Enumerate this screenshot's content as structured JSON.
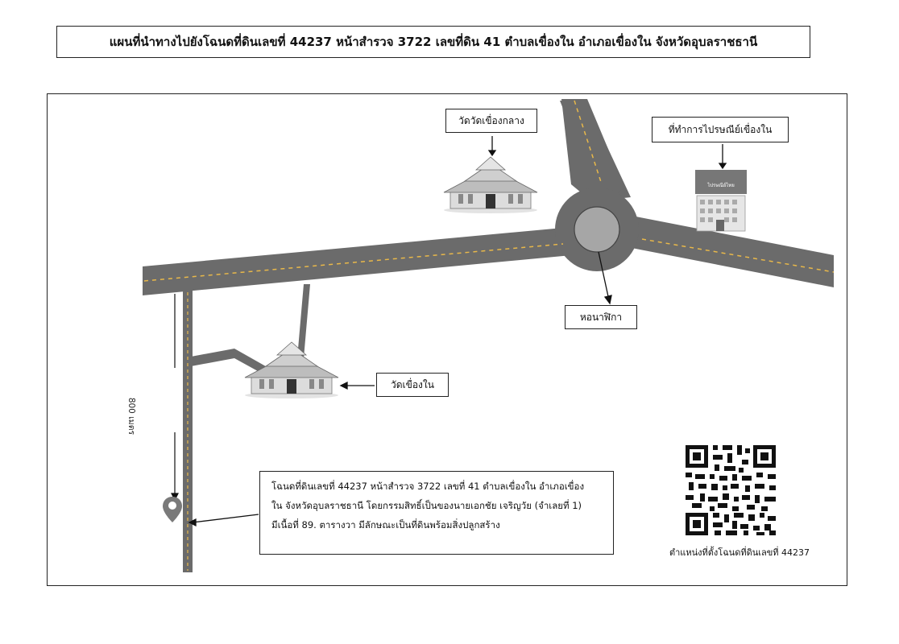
{
  "title": "แผนที่นำทางไปยังโฉนดที่ดินเลขที่ 44237 หน้าสำรวจ 3722 เลขที่ดิน 41 ตำบลเขื่องใน อำเภอเขื่องใน จังหวัดอุบลราชธานี",
  "labels": {
    "temple_central": "วัดวัดเขื่องกลาง",
    "post_office": "ที่ทำการไปรษณีย์เขื่องใน",
    "clock_tower": "หอนาฬิกา",
    "temple_khueangnai": "วัดเขื่องใน",
    "distance": "800 เมตร"
  },
  "info": {
    "line1": "โฉนดที่ดินเลขที่ 44237 หน้าสำรวจ 3722 เลขที่ 41 ตำบลเขื่องใน อำเภอเขื่อง",
    "line2": "ใน จังหวัดอุบลราชธานี โดยกรรมสิทธิ์เป็นของนายเอกชัย เจริญวัย (จำเลยที่ 1)",
    "line3": "มีเนื้อที่ 89. ตารางวา มีลักษณะเป็นที่ดินพร้อมสิ่งปลูกสร้าง"
  },
  "qr_caption": "ตำแหน่งที่ตั้งโฉนดที่ดินเลขที่ 44237",
  "post_sign": "ไปรษณีย์ไทย",
  "colors": {
    "road": "#6b6b6b",
    "road_line": "#e8b84a",
    "roundabout": "#a6a6a6",
    "border": "#222222"
  },
  "icons": {
    "temple": "thai-temple-icon",
    "post_office": "post-office-building-icon",
    "location": "map-pin-icon",
    "qr": "qr-code"
  }
}
